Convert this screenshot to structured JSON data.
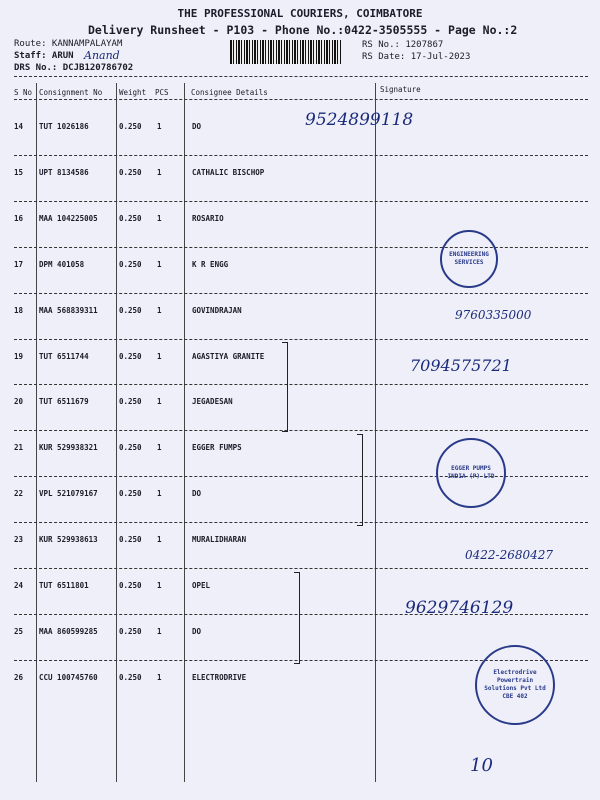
{
  "header": {
    "company": "THE PROFESSIONAL COURIERS, COIMBATORE",
    "title": "Delivery Runsheet - P103 - Phone No.:0422-3505555 - Page No.:2",
    "route": "Route: KANNAMPALAYAM",
    "staff": "Staff: ARUN",
    "staff_handwritten": "Anand",
    "drs": "DRS No.: DCJB120786702",
    "rs_no": "RS No.: 1207867",
    "rs_date": "RS Date: 17-Jul-2023"
  },
  "columns": [
    "S No",
    "Consignment No",
    "Weight",
    "PCS",
    "Consignee Details",
    "Signature"
  ],
  "rows": [
    {
      "sno": "14",
      "cons": "TUT 1026186",
      "weight": "0.250",
      "pcs": "1",
      "consignee": "DO"
    },
    {
      "sno": "15",
      "cons": "UPT 8134586",
      "weight": "0.250",
      "pcs": "1",
      "consignee": "CATHALIC BISCHOP"
    },
    {
      "sno": "16",
      "cons": "MAA 104225005",
      "weight": "0.250",
      "pcs": "1",
      "consignee": "ROSARIO"
    },
    {
      "sno": "17",
      "cons": "DPM 401058",
      "weight": "0.250",
      "pcs": "1",
      "consignee": "K R ENGG"
    },
    {
      "sno": "18",
      "cons": "MAA 568839311",
      "weight": "0.250",
      "pcs": "1",
      "consignee": "GOVINDRAJAN"
    },
    {
      "sno": "19",
      "cons": "TUT 6511744",
      "weight": "0.250",
      "pcs": "1",
      "consignee": "AGASTIYA GRANITE"
    },
    {
      "sno": "20",
      "cons": "TUT 6511679",
      "weight": "0.250",
      "pcs": "1",
      "consignee": "JEGADESAN"
    },
    {
      "sno": "21",
      "cons": "KUR 529938321",
      "weight": "0.250",
      "pcs": "1",
      "consignee": "EGGER FUMPS"
    },
    {
      "sno": "22",
      "cons": "VPL 521079167",
      "weight": "0.250",
      "pcs": "1",
      "consignee": "DO"
    },
    {
      "sno": "23",
      "cons": "KUR 529938613",
      "weight": "0.250",
      "pcs": "1",
      "consignee": "MURALIDHARAN"
    },
    {
      "sno": "24",
      "cons": "TUT 6511801",
      "weight": "0.250",
      "pcs": "1",
      "consignee": "OPEL"
    },
    {
      "sno": "25",
      "cons": "MAA 860599285",
      "weight": "0.250",
      "pcs": "1",
      "consignee": "DO"
    },
    {
      "sno": "26",
      "cons": "CCU 100745760",
      "weight": "0.250",
      "pcs": "1",
      "consignee": "ELECTRODRIVE"
    }
  ],
  "handwriting": {
    "h14": "9524899118",
    "h18": "9760335000",
    "h19": "7094575721",
    "h23": "0422-2680427",
    "h24": "9629746129",
    "page": "10"
  },
  "stamps": {
    "s17": "ENGINEERING SERVICES",
    "s21": "EGGER PUMPS INDIA (P) LTD",
    "s26": "Electrodrive Powertrain Solutions Pvt Ltd CBE 402"
  }
}
